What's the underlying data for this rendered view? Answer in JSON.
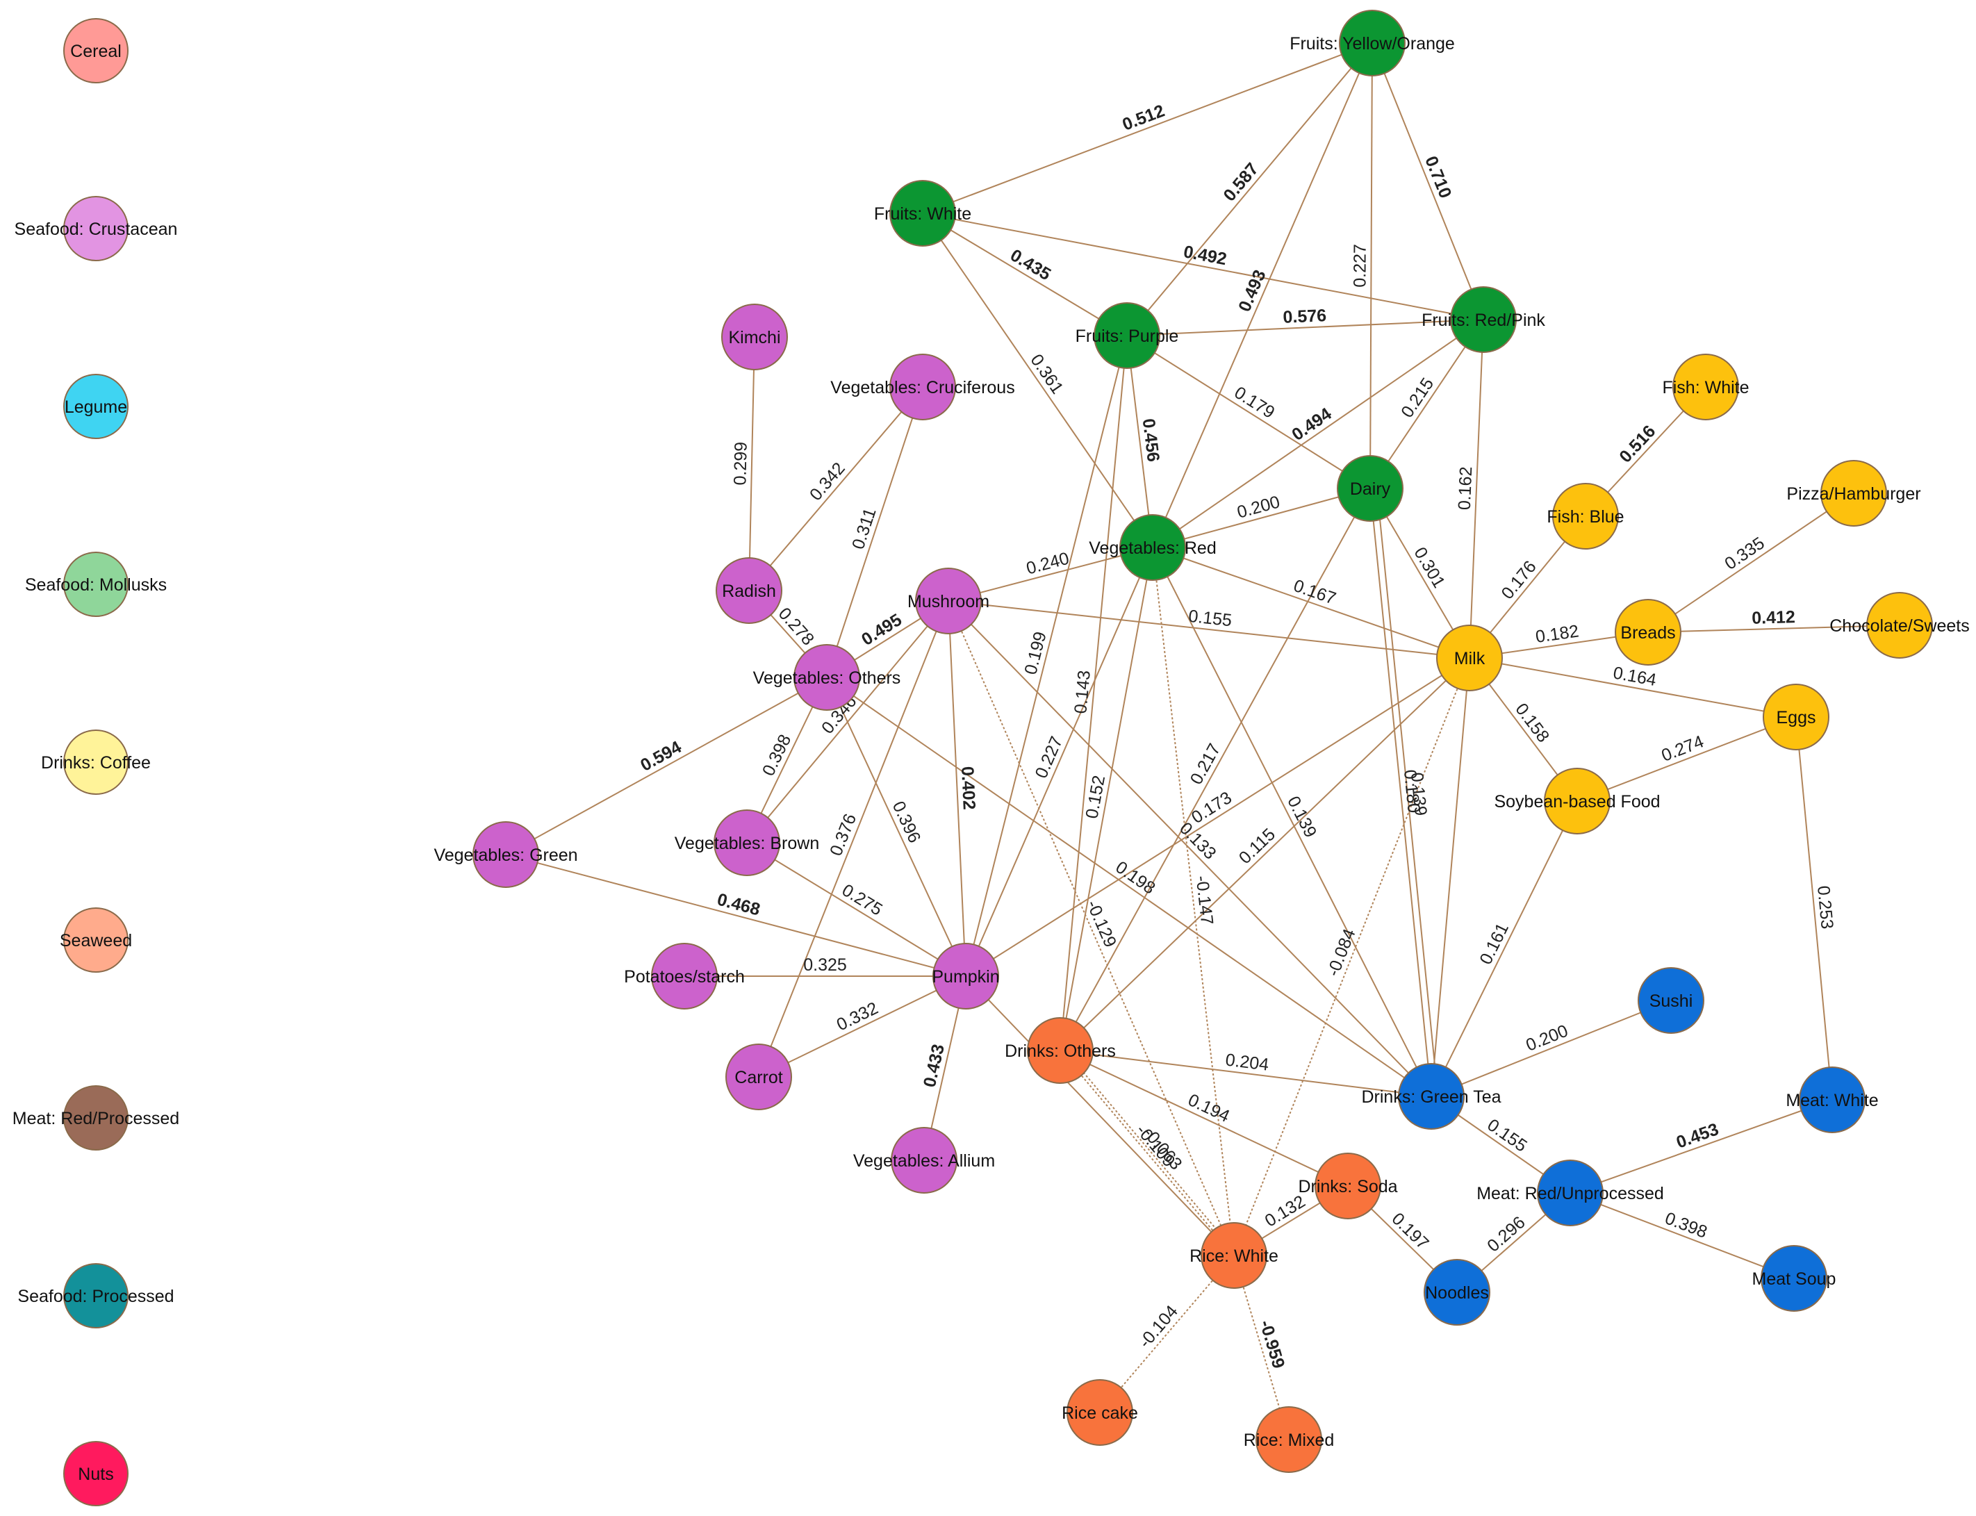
{
  "colors": {
    "edge_positive": "#b0845a",
    "edge_negative": "#b0845a",
    "node_stroke": "#8a6a4a"
  },
  "legend": [
    {
      "id": "cereal",
      "label": "Cereal",
      "color": "#ff9a96"
    },
    {
      "id": "seafood-crustacean",
      "label": "Seafood: Crustacean",
      "color": "#e294e2"
    },
    {
      "id": "legume",
      "label": "Legume",
      "color": "#3fd4f2"
    },
    {
      "id": "seafood-mollusks",
      "label": "Seafood: Mollusks",
      "color": "#8fd69a"
    },
    {
      "id": "drinks-coffee",
      "label": "Drinks: Coffee",
      "color": "#fff399"
    },
    {
      "id": "seaweed",
      "label": "Seaweed",
      "color": "#ffab8c"
    },
    {
      "id": "meat-red-processed",
      "label": "Meat: Red/Processed",
      "color": "#9a6b58"
    },
    {
      "id": "seafood-processed",
      "label": "Seafood: Processed",
      "color": "#13919a"
    },
    {
      "id": "nuts",
      "label": "Nuts",
      "color": "#ff1a5e"
    }
  ],
  "nodes": [
    {
      "id": "fruits-yellow-orange",
      "label": "Fruits: Yellow/Orange",
      "group": "green"
    },
    {
      "id": "fruits-white",
      "label": "Fruits: White",
      "group": "green"
    },
    {
      "id": "fruits-purple",
      "label": "Fruits: Purple",
      "group": "green"
    },
    {
      "id": "fruits-red-pink",
      "label": "Fruits: Red/Pink",
      "group": "green"
    },
    {
      "id": "dairy",
      "label": "Dairy",
      "group": "green"
    },
    {
      "id": "vegetables-red",
      "label": "Vegetables: Red",
      "group": "green"
    },
    {
      "id": "kimchi",
      "label": "Kimchi",
      "group": "purple"
    },
    {
      "id": "vegetables-cruciferous",
      "label": "Vegetables: Cruciferous",
      "group": "purple"
    },
    {
      "id": "radish",
      "label": "Radish",
      "group": "purple"
    },
    {
      "id": "mushroom",
      "label": "Mushroom",
      "group": "purple"
    },
    {
      "id": "vegetables-others",
      "label": "Vegetables: Others",
      "group": "purple"
    },
    {
      "id": "vegetables-green",
      "label": "Vegetables: Green",
      "group": "purple"
    },
    {
      "id": "vegetables-brown",
      "label": "Vegetables: Brown",
      "group": "purple"
    },
    {
      "id": "potatoes-starch",
      "label": "Potatoes/starch",
      "group": "purple"
    },
    {
      "id": "pumpkin",
      "label": "Pumpkin",
      "group": "purple"
    },
    {
      "id": "carrot",
      "label": "Carrot",
      "group": "purple"
    },
    {
      "id": "vegetables-allium",
      "label": "Vegetables: Allium",
      "group": "purple"
    },
    {
      "id": "fish-white",
      "label": "Fish: White",
      "group": "yellow"
    },
    {
      "id": "fish-blue",
      "label": "Fish: Blue",
      "group": "yellow"
    },
    {
      "id": "pizza-hamburger",
      "label": "Pizza/Hamburger",
      "group": "yellow"
    },
    {
      "id": "breads",
      "label": "Breads",
      "group": "yellow"
    },
    {
      "id": "chocolate-sweets",
      "label": "Chocolate/Sweets",
      "group": "yellow"
    },
    {
      "id": "milk",
      "label": "Milk",
      "group": "yellow"
    },
    {
      "id": "eggs",
      "label": "Eggs",
      "group": "yellow"
    },
    {
      "id": "soybean-based-food",
      "label": "Soybean-based Food",
      "group": "yellow"
    },
    {
      "id": "sushi",
      "label": "Sushi",
      "group": "blue"
    },
    {
      "id": "drinks-green-tea",
      "label": "Drinks: Green Tea",
      "group": "blue"
    },
    {
      "id": "meat-white",
      "label": "Meat: White",
      "group": "blue"
    },
    {
      "id": "meat-red-unprocessed",
      "label": "Meat: Red/Unprocessed",
      "group": "blue"
    },
    {
      "id": "noodles",
      "label": "Noodles",
      "group": "blue"
    },
    {
      "id": "meat-soup",
      "label": "Meat Soup",
      "group": "blue"
    },
    {
      "id": "drinks-others",
      "label": "Drinks: Others",
      "group": "orange"
    },
    {
      "id": "drinks-soda",
      "label": "Drinks: Soda",
      "group": "orange"
    },
    {
      "id": "rice-white",
      "label": "Rice: White",
      "group": "orange"
    },
    {
      "id": "rice-cake",
      "label": "Rice cake",
      "group": "orange"
    },
    {
      "id": "rice-mixed",
      "label": "Rice: Mixed",
      "group": "orange"
    }
  ],
  "group_colors": {
    "green": "#0c9632",
    "purple": "#cc62cc",
    "yellow": "#fdc10d",
    "blue": "#0f6fd8",
    "orange": "#f8733c"
  },
  "label_colors": {
    "green": "#128a12",
    "purple": "#8a22a8",
    "yellow": "#c98a08",
    "blue": "#1256b0",
    "red": "#d01c1c",
    "plain": "#222222"
  },
  "edges": [
    {
      "source": "fruits-yellow-orange",
      "target": "fruits-white",
      "weight": "0.512",
      "color": "green"
    },
    {
      "source": "fruits-yellow-orange",
      "target": "fruits-purple",
      "weight": "0.587",
      "color": "green"
    },
    {
      "source": "fruits-yellow-orange",
      "target": "vegetables-red",
      "weight": "0.493",
      "color": "green"
    },
    {
      "source": "fruits-yellow-orange",
      "target": "dairy",
      "weight": "0.227",
      "color": "plain"
    },
    {
      "source": "fruits-yellow-orange",
      "target": "fruits-red-pink",
      "weight": "0.710",
      "color": "green"
    },
    {
      "source": "fruits-white",
      "target": "fruits-purple",
      "weight": "0.435",
      "color": "green"
    },
    {
      "source": "fruits-white",
      "target": "fruits-red-pink",
      "weight": "0.492",
      "color": "green"
    },
    {
      "source": "fruits-white",
      "target": "vegetables-red",
      "weight": "0.361",
      "color": "plain"
    },
    {
      "source": "fruits-purple",
      "target": "fruits-red-pink",
      "weight": "0.576",
      "color": "green"
    },
    {
      "source": "fruits-purple",
      "target": "vegetables-red",
      "weight": "0.456",
      "color": "green"
    },
    {
      "source": "fruits-purple",
      "target": "dairy",
      "weight": "0.179",
      "color": "plain"
    },
    {
      "source": "fruits-purple",
      "target": "pumpkin",
      "weight": "0.199",
      "color": "plain"
    },
    {
      "source": "fruits-purple",
      "target": "drinks-others",
      "weight": "0.143",
      "color": "plain"
    },
    {
      "source": "fruits-red-pink",
      "target": "vegetables-red",
      "weight": "0.494",
      "color": "green"
    },
    {
      "source": "fruits-red-pink",
      "target": "dairy",
      "weight": "0.215",
      "color": "plain"
    },
    {
      "source": "fruits-red-pink",
      "target": "milk",
      "weight": "0.162",
      "color": "plain"
    },
    {
      "source": "dairy",
      "target": "vegetables-red",
      "weight": "0.200",
      "color": "plain"
    },
    {
      "source": "dairy",
      "target": "milk",
      "weight": "0.301",
      "color": "plain"
    },
    {
      "source": "dairy",
      "target": "drinks-others",
      "weight": "0.217",
      "color": "plain"
    },
    {
      "source": "dairy",
      "target": "drinks-green-tea",
      "weight": "0.180",
      "color": "plain"
    },
    {
      "source": "vegetables-red",
      "target": "mushroom",
      "weight": "0.240",
      "color": "plain"
    },
    {
      "source": "vegetables-red",
      "target": "milk",
      "weight": "0.167",
      "color": "plain"
    },
    {
      "source": "vegetables-red",
      "target": "pumpkin",
      "weight": "0.227",
      "color": "plain"
    },
    {
      "source": "vegetables-red",
      "target": "drinks-others",
      "weight": "0.152",
      "color": "plain"
    },
    {
      "source": "vegetables-red",
      "target": "drinks-green-tea",
      "weight": "0.139",
      "color": "plain"
    },
    {
      "source": "vegetables-red",
      "target": "rice-white",
      "weight": "-0.147",
      "color": "plain",
      "dashed": true
    },
    {
      "source": "kimchi",
      "target": "radish",
      "weight": "0.299",
      "color": "plain"
    },
    {
      "source": "vegetables-cruciferous",
      "target": "radish",
      "weight": "0.342",
      "color": "plain"
    },
    {
      "source": "vegetables-cruciferous",
      "target": "vegetables-others",
      "weight": "0.311",
      "color": "plain"
    },
    {
      "source": "radish",
      "target": "vegetables-others",
      "weight": "0.278",
      "color": "plain"
    },
    {
      "source": "mushroom",
      "target": "vegetables-others",
      "weight": "0.495",
      "color": "purple"
    },
    {
      "source": "mushroom",
      "target": "vegetables-brown",
      "weight": "0.346",
      "color": "plain"
    },
    {
      "source": "mushroom",
      "target": "pumpkin",
      "weight": "0.402",
      "color": "purple"
    },
    {
      "source": "mushroom",
      "target": "carrot",
      "weight": "0.376",
      "color": "plain"
    },
    {
      "source": "mushroom",
      "target": "milk",
      "weight": "0.155",
      "color": "plain"
    },
    {
      "source": "mushroom",
      "target": "drinks-green-tea",
      "weight": "0.133",
      "color": "plain"
    },
    {
      "source": "mushroom",
      "target": "rice-white",
      "weight": "-0.129",
      "color": "plain",
      "dashed": true
    },
    {
      "source": "vegetables-others",
      "target": "vegetables-green",
      "weight": "0.594",
      "color": "purple"
    },
    {
      "source": "vegetables-others",
      "target": "vegetables-brown",
      "weight": "0.398",
      "color": "plain"
    },
    {
      "source": "vegetables-others",
      "target": "pumpkin",
      "weight": "0.396",
      "color": "plain"
    },
    {
      "source": "vegetables-others",
      "target": "drinks-green-tea",
      "weight": "0.198",
      "color": "plain"
    },
    {
      "source": "vegetables-green",
      "target": "pumpkin",
      "weight": "0.468",
      "color": "purple"
    },
    {
      "source": "vegetables-brown",
      "target": "pumpkin",
      "weight": "0.275",
      "color": "plain"
    },
    {
      "source": "potatoes-starch",
      "target": "pumpkin",
      "weight": "0.325",
      "color": "plain"
    },
    {
      "source": "carrot",
      "target": "pumpkin",
      "weight": "0.332",
      "color": "plain"
    },
    {
      "source": "pumpkin",
      "target": "vegetables-allium",
      "weight": "0.433",
      "color": "purple"
    },
    {
      "source": "pumpkin",
      "target": "milk",
      "weight": "0.173",
      "color": "plain"
    },
    {
      "source": "pumpkin",
      "target": "rice-white",
      "weight": "",
      "color": "plain"
    },
    {
      "source": "fish-white",
      "target": "fish-blue",
      "weight": "0.516",
      "color": "yellow"
    },
    {
      "source": "fish-blue",
      "target": "milk",
      "weight": "0.176",
      "color": "plain"
    },
    {
      "source": "pizza-hamburger",
      "target": "breads",
      "weight": "0.335",
      "color": "plain"
    },
    {
      "source": "breads",
      "target": "chocolate-sweets",
      "weight": "0.412",
      "color": "yellow"
    },
    {
      "source": "breads",
      "target": "milk",
      "weight": "0.182",
      "color": "plain"
    },
    {
      "source": "milk",
      "target": "eggs",
      "weight": "0.164",
      "color": "plain"
    },
    {
      "source": "milk",
      "target": "soybean-based-food",
      "weight": "0.158",
      "color": "plain"
    },
    {
      "source": "milk",
      "target": "drinks-green-tea",
      "weight": "",
      "color": "plain"
    },
    {
      "source": "milk",
      "target": "drinks-others",
      "weight": "0.115",
      "color": "plain"
    },
    {
      "source": "milk",
      "target": "rice-white",
      "weight": "-0.084",
      "color": "plain",
      "dashed": true
    },
    {
      "source": "eggs",
      "target": "soybean-based-food",
      "weight": "0.274",
      "color": "plain"
    },
    {
      "source": "eggs",
      "target": "meat-white",
      "weight": "0.253",
      "color": "plain"
    },
    {
      "source": "soybean-based-food",
      "target": "drinks-green-tea",
      "weight": "0.161",
      "color": "plain"
    },
    {
      "source": "dairy",
      "target": "drinks-green-tea",
      "weight": "0.139",
      "color": "plain",
      "offset": true
    },
    {
      "source": "sushi",
      "target": "drinks-green-tea",
      "weight": "0.200",
      "color": "plain"
    },
    {
      "source": "drinks-green-tea",
      "target": "meat-red-unprocessed",
      "weight": "0.155",
      "color": "plain"
    },
    {
      "source": "drinks-green-tea",
      "target": "drinks-others",
      "weight": "0.204",
      "color": "plain"
    },
    {
      "source": "meat-white",
      "target": "meat-red-unprocessed",
      "weight": "0.453",
      "color": "blue"
    },
    {
      "source": "meat-red-unprocessed",
      "target": "noodles",
      "weight": "0.296",
      "color": "plain"
    },
    {
      "source": "meat-red-unprocessed",
      "target": "meat-soup",
      "weight": "0.398",
      "color": "plain"
    },
    {
      "source": "drinks-others",
      "target": "drinks-soda",
      "weight": "0.194",
      "color": "plain"
    },
    {
      "source": "drinks-others",
      "target": "rice-white",
      "weight": "-0.109",
      "color": "plain",
      "dashed": true
    },
    {
      "source": "drinks-others",
      "target": "rice-white",
      "weight": "-0.063",
      "color": "plain",
      "dashed": true,
      "offset": true
    },
    {
      "source": "drinks-soda",
      "target": "rice-white",
      "weight": "0.132",
      "color": "plain"
    },
    {
      "source": "drinks-soda",
      "target": "noodles",
      "weight": "0.197",
      "color": "plain"
    },
    {
      "source": "rice-white",
      "target": "rice-cake",
      "weight": "-0.104",
      "color": "plain",
      "dashed": true
    },
    {
      "source": "rice-white",
      "target": "rice-mixed",
      "weight": "-0.959",
      "color": "red",
      "dashed": true
    }
  ]
}
